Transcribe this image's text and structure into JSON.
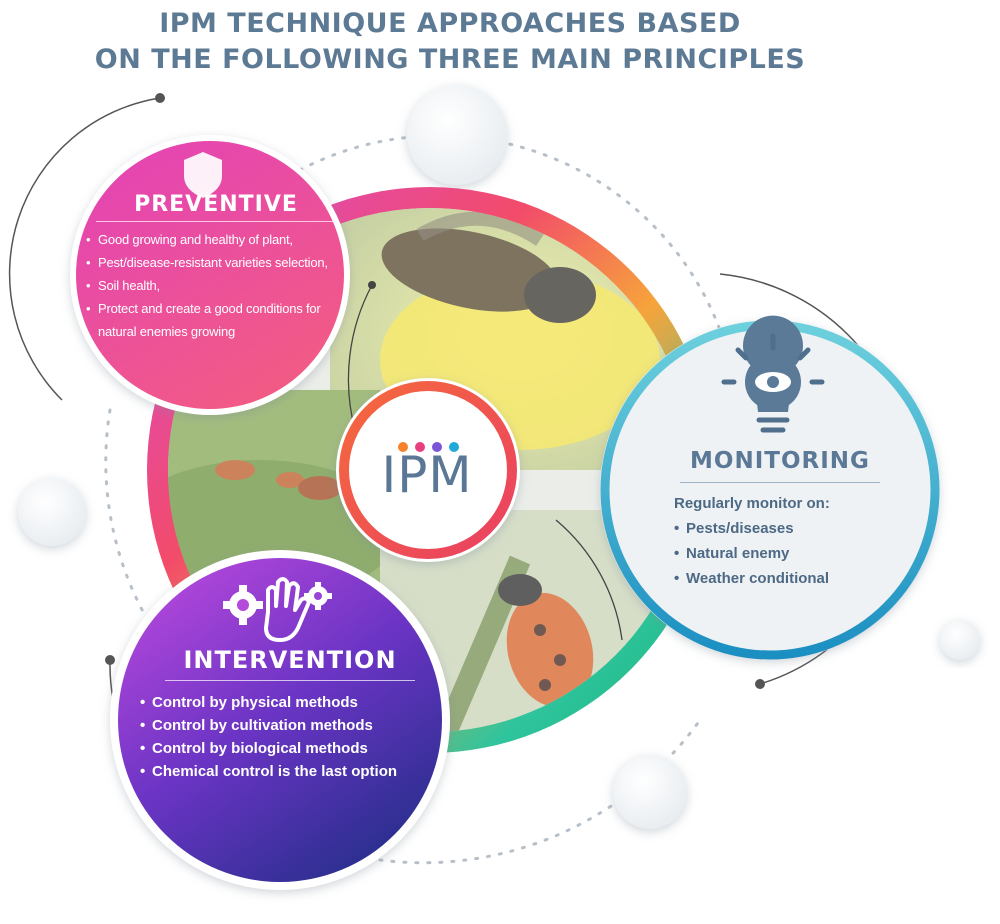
{
  "title": {
    "line1": "IPM TECHNIQUE APPROACHES BASED",
    "line2": "ON THE FOLLOWING THREE MAIN PRINCIPLES"
  },
  "center": {
    "label": "IPM",
    "dot_colors": [
      "#f6822b",
      "#e8407f",
      "#7a55d6",
      "#22a9d9"
    ]
  },
  "preventive": {
    "heading": "PREVENTIVE",
    "icon": "shield-icon",
    "items": [
      "Good growing and healthy of plant,",
      "Pest/disease-resistant varieties selection,",
      "Soil health,",
      "Protect and create a good conditions for natural enemies growing"
    ]
  },
  "monitoring": {
    "heading": "MONITORING",
    "icon": "eye-bulb-icon",
    "intro": "Regularly monitor on:",
    "items": [
      "Pests/diseases",
      "Natural enemy",
      "Weather conditional"
    ]
  },
  "intervention": {
    "heading": "INTERVENTION",
    "icon": "hand-gears-icon",
    "items": [
      "Control by physical methods",
      "Control by cultivation methods",
      "Control by biological methods",
      "Chemical control is the last option"
    ]
  },
  "photos": [
    "bee-on-flower",
    "ants-on-leaf",
    "ladybug-on-stem"
  ],
  "colors": {
    "preventive": "#e83f8e",
    "intervention": "#7b2fd0",
    "monitoring_ring": "#1fa8c8",
    "title": "#5d7a95"
  }
}
